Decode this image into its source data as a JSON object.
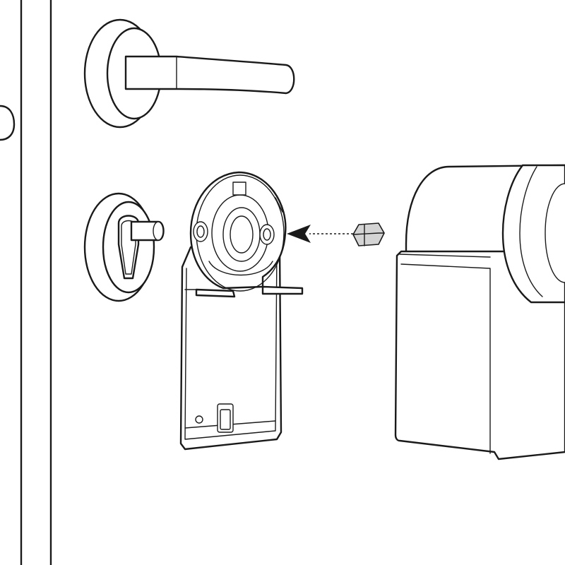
{
  "diagram": {
    "kind": "installation-illustration",
    "step_arrow_direction": "left",
    "colors": {
      "line": "#1a1a1a",
      "background": "#ffffff",
      "nut_fill": "#d4d4d4"
    },
    "components": [
      {
        "id": "door",
        "icon": "door-edge-icon"
      },
      {
        "id": "door-handle",
        "icon": "door-handle-icon"
      },
      {
        "id": "lock-cylinder",
        "icon": "euro-cylinder-icon"
      },
      {
        "id": "mounting-plate",
        "icon": "mounting-plate-icon"
      },
      {
        "id": "hex-nut",
        "icon": "hex-nut-icon"
      },
      {
        "id": "smart-lock",
        "icon": "smart-lock-icon"
      }
    ]
  }
}
